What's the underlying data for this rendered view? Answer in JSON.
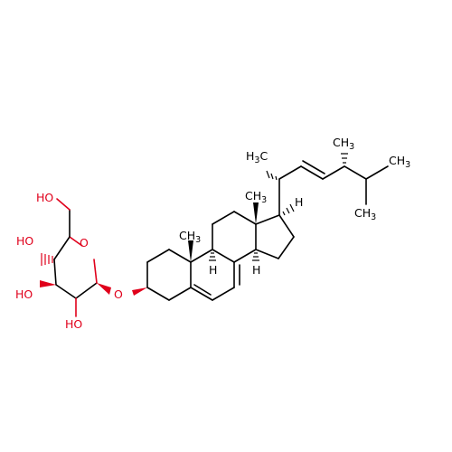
{
  "colors": {
    "carbon": "#000000",
    "oxygen": "#e0001b",
    "background": "#ffffff"
  },
  "labels": {
    "ho_ch2": "HO",
    "ho_c4": "HO",
    "ho_c3": "HO",
    "ho_c2": "HO",
    "o_ring": "O",
    "o_glyco": "O",
    "ch3_c10": "CH3",
    "ch3_c13": "CH3",
    "h_c9": "H",
    "h_c14": "H",
    "h_c17": "H",
    "ch3_c21": "H3C",
    "ch3_c24": "CH3",
    "ch3_c26": "CH3",
    "ch3_c27": "CH3"
  }
}
